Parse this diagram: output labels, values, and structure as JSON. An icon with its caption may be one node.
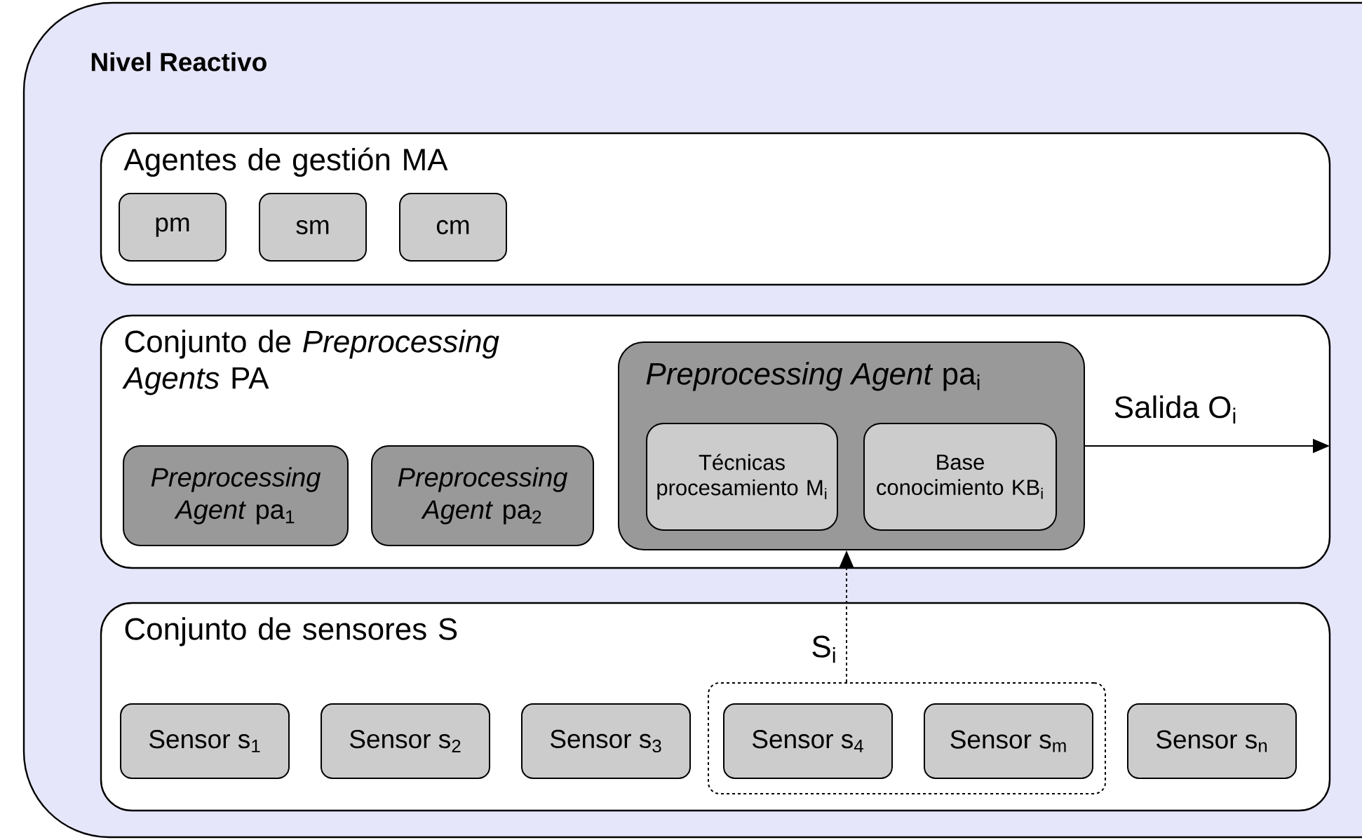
{
  "diagram": {
    "nodes": [
      {
        "text": [
          "Nivel Reactivo"
        ]
      },
      {
        "text": [
          "Agentes de gestión MA"
        ],
        "in": 0
      },
      {
        "text": [
          "pm"
        ],
        "in": 1
      },
      {
        "text": [
          "sm"
        ],
        "in": 1
      },
      {
        "text": [
          "cm"
        ],
        "in": 1
      },
      {
        "text": [
          "Conjunto de *Preprocessing Agents* PA"
        ],
        "in": 0
      },
      {
        "text": [
          "*Preprocessing Agent* pa$_{1}$"
        ],
        "in": 5
      },
      {
        "text": [
          "*Preprocessing Agent* pa$_{2}$"
        ],
        "in": 5
      },
      {
        "text": [
          "*Preprocessing Agent* pa$_{i}$"
        ],
        "in": 5
      },
      {
        "text": [
          "Técnicas procesamiento M$_{i}$"
        ],
        "in": 8
      },
      {
        "text": [
          "Base conocimiento KB$_{i}$"
        ],
        "in": 8
      },
      {
        "text": [
          "Conjunto de sensores S"
        ],
        "in": 0
      },
      {
        "text": [
          "S$_{i}$"
        ],
        "in": 11
      },
      {
        "text": [
          "Sensor s$_{1}$"
        ],
        "in": 11
      },
      {
        "text": [
          "Sensor s$_{2}$"
        ],
        "in": 11
      },
      {
        "text": [
          "Sensor s$_{3}$"
        ],
        "in": 11
      },
      {
        "text": [
          "Sensor s$_{4}$"
        ],
        "in": 12
      },
      {
        "text": [
          "Sensor s$_{m}$"
        ],
        "in": 12
      },
      {
        "text": [
          "Sensor s$_{n}$"
        ],
        "in": 11
      }
    ],
    "edges": [
      {
        "from": 12,
        "to": 8,
        "arrow": "to",
        "style": "dashed"
      },
      {
        "from": 8,
        "to": null,
        "arrow": "to",
        "label": "Salida O$_{i}$"
      }
    ]
  }
}
